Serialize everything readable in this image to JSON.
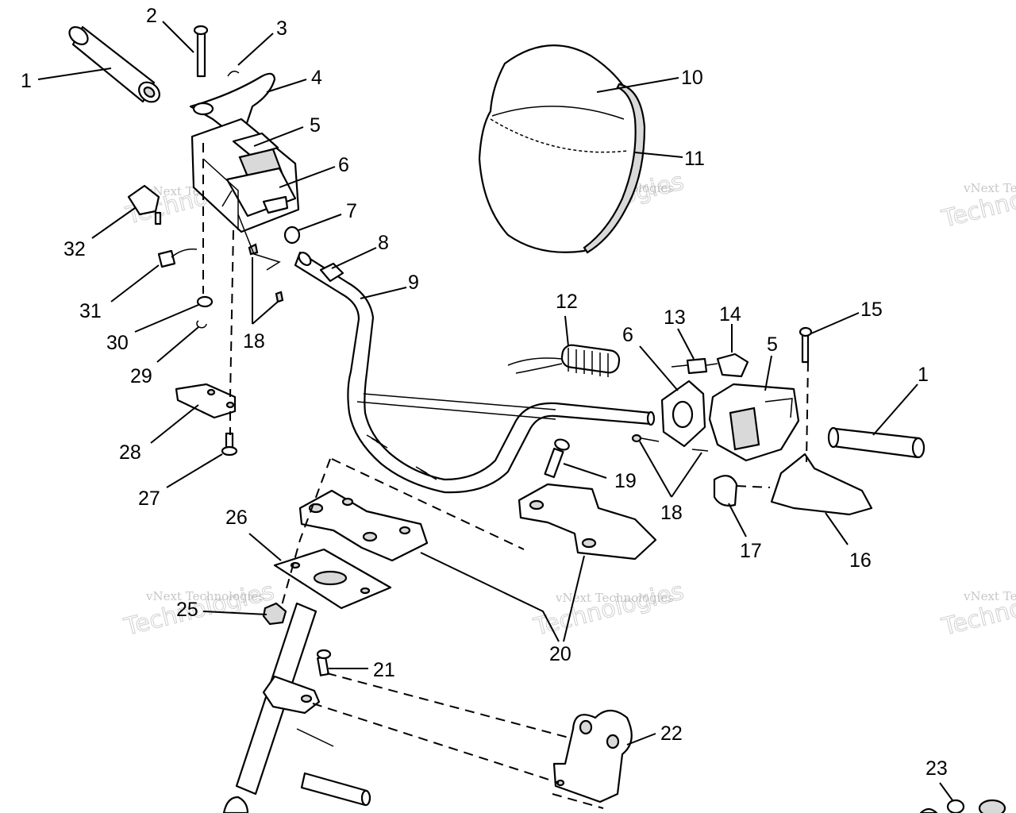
{
  "callouts": [
    {
      "id": "c1a",
      "text": "1"
    },
    {
      "id": "c2",
      "text": "2"
    },
    {
      "id": "c3",
      "text": "3"
    },
    {
      "id": "c4",
      "text": "4"
    },
    {
      "id": "c5a",
      "text": "5"
    },
    {
      "id": "c6a",
      "text": "6"
    },
    {
      "id": "c7",
      "text": "7"
    },
    {
      "id": "c8",
      "text": "8"
    },
    {
      "id": "c9",
      "text": "9"
    },
    {
      "id": "c10",
      "text": "10"
    },
    {
      "id": "c11",
      "text": "11"
    },
    {
      "id": "c12",
      "text": "12"
    },
    {
      "id": "c13",
      "text": "13"
    },
    {
      "id": "c14",
      "text": "14"
    },
    {
      "id": "c15",
      "text": "15"
    },
    {
      "id": "c6b",
      "text": "6"
    },
    {
      "id": "c5b",
      "text": "5"
    },
    {
      "id": "c1b",
      "text": "1"
    },
    {
      "id": "c19",
      "text": "19"
    },
    {
      "id": "c18a",
      "text": "18"
    },
    {
      "id": "c18b",
      "text": "18"
    },
    {
      "id": "c17",
      "text": "17"
    },
    {
      "id": "c16",
      "text": "16"
    },
    {
      "id": "c32",
      "text": "32"
    },
    {
      "id": "c31",
      "text": "31"
    },
    {
      "id": "c30",
      "text": "30"
    },
    {
      "id": "c29",
      "text": "29"
    },
    {
      "id": "c28",
      "text": "28"
    },
    {
      "id": "c27",
      "text": "27"
    },
    {
      "id": "c26",
      "text": "26"
    },
    {
      "id": "c25",
      "text": "25"
    },
    {
      "id": "c20",
      "text": "20"
    },
    {
      "id": "c21",
      "text": "21"
    },
    {
      "id": "c22",
      "text": "22"
    },
    {
      "id": "c23",
      "text": "23"
    }
  ],
  "watermark": {
    "company": "vNext Technologies",
    "line1": "vNext",
    "line2": "Technologies"
  }
}
